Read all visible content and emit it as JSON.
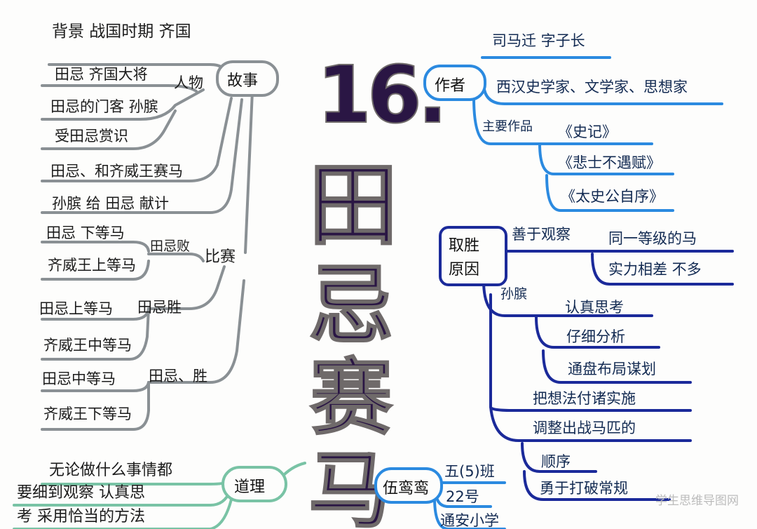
{
  "title": {
    "number": "16.",
    "chars": [
      "田",
      "忌",
      "赛",
      "马"
    ]
  },
  "story": {
    "label": "故事",
    "background": "背景  战国时期 齐国",
    "people_label": "人物",
    "people": [
      "田忌 齐国大将",
      "田忌的门客 孙膑",
      "受田忌赏识"
    ],
    "events": [
      "田忌、和齐威王赛马",
      "孙膑 给 田忌 献计"
    ],
    "race_label": "比赛",
    "race_groups": [
      {
        "lines": [
          "田忌 下等马",
          "齐威王上等马"
        ],
        "result": "田忌败"
      },
      {
        "lines": [
          "田忌上等马",
          "齐威王中等马"
        ],
        "result": "田忌胜"
      },
      {
        "lines": [
          "田忌中等马",
          "齐威王下等马"
        ],
        "result": "田忌、胜"
      }
    ]
  },
  "author": {
    "label": "作者",
    "name": "司马迁  字子长",
    "identity": "西汉史学家、文学家、思想家",
    "works_label": "主要作品",
    "works": [
      "《史记》",
      "《悲士不遇赋》",
      "《太史公自序》"
    ]
  },
  "reasons": {
    "label_lines": [
      "取胜",
      "原因"
    ],
    "observe_label": "善于观察",
    "observe_points": [
      "同一等级的马",
      "实力相差 不多"
    ],
    "sunbin_label": "孙膑",
    "sunbin_points": [
      "认真思考",
      "仔细分析",
      "通盘布局谋划"
    ],
    "actions": [
      "把想法付诸实施",
      "调整出战马匹的"
    ],
    "action_points": [
      "顺序",
      "勇于打破常规"
    ]
  },
  "lesson": {
    "label": "道理",
    "lines": [
      "无论做什么事情都",
      "要细到观察 认真思",
      "考 采用恰当的方法"
    ]
  },
  "student": {
    "name": "伍鸾鸾",
    "info": [
      "五(5)班",
      "22号",
      "通安小学"
    ]
  },
  "watermark": "学生思维导图网",
  "colors": {
    "gray_branch": "#8a9094",
    "blue_branch": "#2b8ae0",
    "navy_branch": "#1b2a9a",
    "green_branch": "#79c3a5",
    "title_fill": "#2a1644"
  }
}
